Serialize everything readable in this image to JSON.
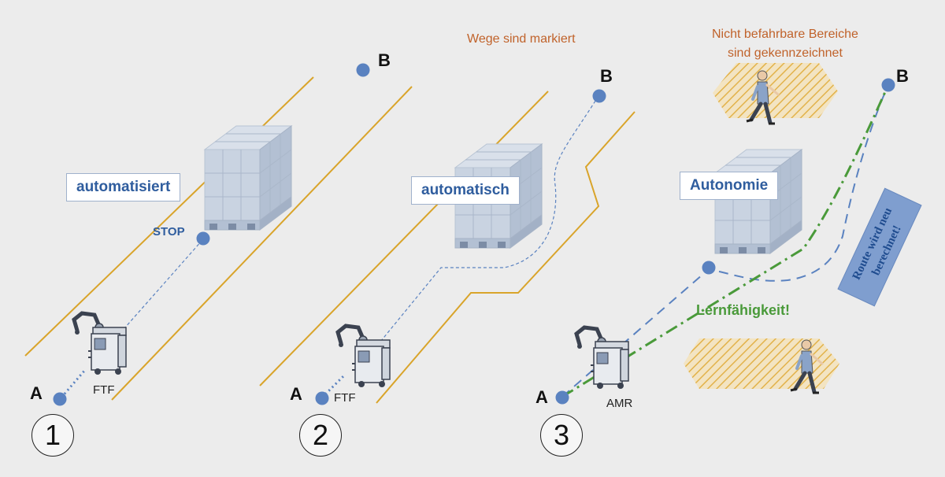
{
  "panels": [
    {
      "number": "1",
      "mode_label": "automatisiert",
      "stop_label": "STOP",
      "point_a": "A",
      "point_b": "B",
      "vehicle_label": "FTF"
    },
    {
      "number": "2",
      "mode_label": "automatisch",
      "point_a": "A",
      "point_b": "B",
      "vehicle_label": "FTF",
      "note": "Wege sind markiert"
    },
    {
      "number": "3",
      "mode_label": "Autonomie",
      "point_a": "A",
      "point_b": "B",
      "vehicle_label": "AMR",
      "note_line1": "Nicht befahrbare Bereiche",
      "note_line2": "sind gekennzeichnet",
      "learning_label": "Lernfähigkeit!",
      "route_label_line1": "Route wird neu",
      "route_label_line2": "berechnet!"
    }
  ],
  "colors": {
    "background": "#ececec",
    "lane": "#d9a42a",
    "point": "#5a82c0",
    "path": "#5a82c0",
    "green_path": "#4a9a3a",
    "hatch": "#e2b24a",
    "label_text": "#2f5d9e",
    "note_text": "#c0622a",
    "route_box": "#7f9ecf"
  }
}
